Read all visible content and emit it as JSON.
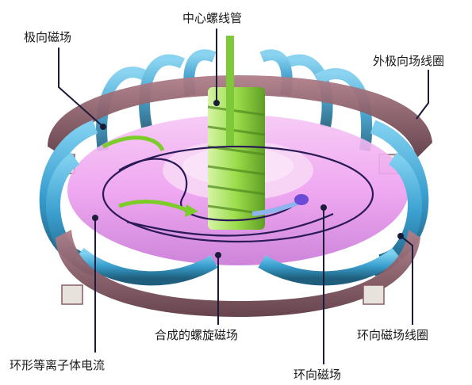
{
  "labels": {
    "center_solenoid": "中心螺线管",
    "poloidal_field": "极向磁场",
    "outer_poloidal_coil": "外极向场线圈",
    "synthesized_helical_field": "合成的螺旋磁场",
    "toroidal_field_coil": "环向磁场线圈",
    "toroidal_plasma_current": "环形等离子体电流",
    "toroidal_field": "环向磁场"
  },
  "colors": {
    "plasma": "#ee9ff0",
    "toroidal_coil": "#3a9fcf",
    "toroidal_coil_dark": "#1f5f7d",
    "poloidal_coil": "#8a5a66",
    "solenoid": "#9bdc4a",
    "field_line": "#2a1a55",
    "leader": "#1b1b3a"
  }
}
